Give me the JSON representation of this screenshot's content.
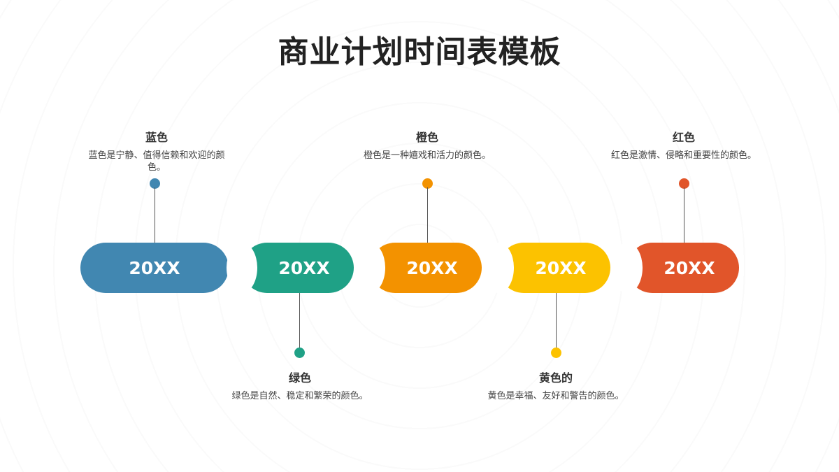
{
  "title": "商业计划时间表模板",
  "milestones": [
    {
      "year": "20XX",
      "heading": "蓝色",
      "description": "蓝色是宁静、值得信赖和欢迎的颜色。",
      "color": "#4187B1"
    },
    {
      "year": "20XX",
      "heading": "绿色",
      "description": "绿色是自然、稳定和繁荣的颜色。",
      "color": "#1FA186"
    },
    {
      "year": "20XX",
      "heading": "橙色",
      "description": "橙色是一种嬉戏和活力的颜色。",
      "color": "#F39200"
    },
    {
      "year": "20XX",
      "heading": "黄色的",
      "description": "黄色是幸福、友好和警告的颜色。",
      "color": "#FCC200"
    },
    {
      "year": "20XX",
      "heading": "红色",
      "description": "红色是激情、侵略和重要性的颜色。",
      "color": "#E1552A"
    }
  ]
}
